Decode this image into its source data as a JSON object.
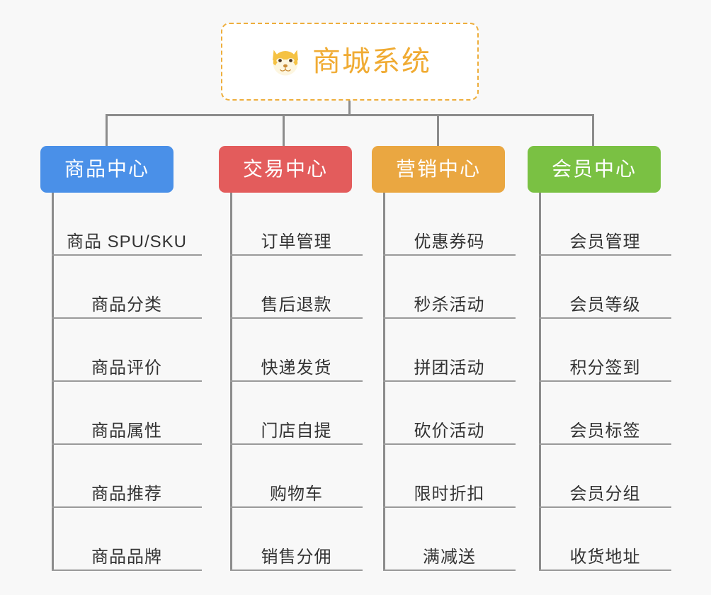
{
  "root": {
    "title": "商城系统",
    "icon": "shiba-dog-face-icon",
    "border_color": "#eeae3c",
    "text_color": "#f0ab33"
  },
  "categories": [
    {
      "label": "商品中心",
      "color": "#4a90e8",
      "items": [
        "商品 SPU/SKU",
        "商品分类",
        "商品评价",
        "商品属性",
        "商品推荐",
        "商品品牌"
      ]
    },
    {
      "label": "交易中心",
      "color": "#e35c5c",
      "items": [
        "订单管理",
        "售后退款",
        "快递发货",
        "门店自提",
        "购物车",
        "销售分佣"
      ]
    },
    {
      "label": "营销中心",
      "color": "#eaa741",
      "items": [
        "优惠券码",
        "秒杀活动",
        "拼团活动",
        "砍价活动",
        "限时折扣",
        "满减送"
      ]
    },
    {
      "label": "会员中心",
      "color": "#7ac143",
      "items": [
        "会员管理",
        "会员等级",
        "积分签到",
        "会员标签",
        "会员分组",
        "收货地址"
      ]
    }
  ],
  "connector_color": "#8c8c8c",
  "underline_color": "#9a9a9a",
  "background_color": "#f8f8f8"
}
